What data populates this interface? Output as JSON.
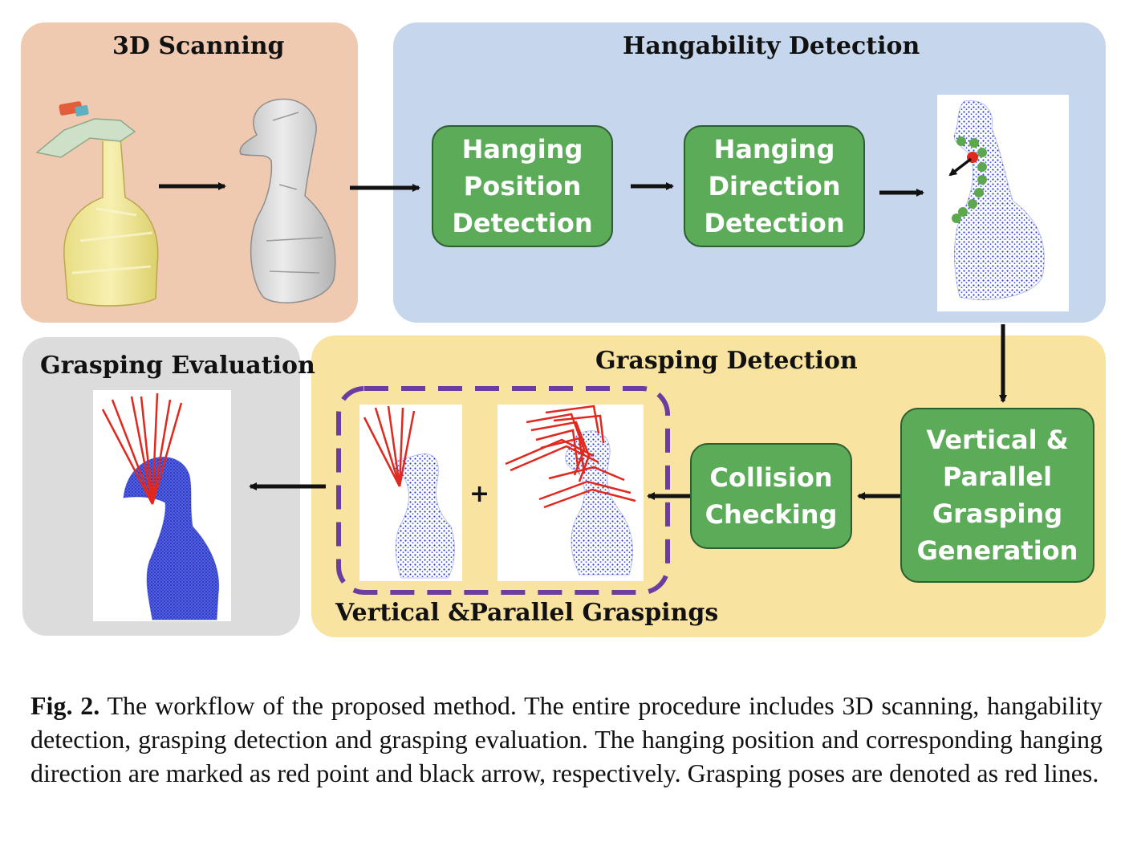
{
  "panels": {
    "scanning": {
      "title": "3D Scanning"
    },
    "hangability": {
      "title": "Hangability Detection"
    },
    "grasping_detection": {
      "title": "Grasping Detection"
    },
    "grasping_evaluation": {
      "title": "Grasping Evaluation"
    }
  },
  "boxes": {
    "hanging_position": "Hanging\nPosition\nDetection",
    "hanging_direction": "Hanging\nDirection\nDetection",
    "grasping_generation": "Vertical &\nParallel\nGrasping\nGeneration",
    "collision_checking": "Collision\nChecking"
  },
  "graspings_label": "Vertical &Parallel Graspings",
  "plus_sign": "+",
  "caption": {
    "label": "Fig. 2.",
    "text": " The workflow of the proposed method. The entire procedure includes 3D scanning, hangability detection, grasping detection and grasping evaluation. The hanging position and corresponding hanging direction are marked as red point and black arrow, respectively. Grasping poses are denoted as red lines."
  },
  "colors": {
    "scanning_bg": "#efc9b0",
    "hangability_bg": "#c5d6ed",
    "grasping_bg": "#f8e3a0",
    "evaluation_bg": "#dcdcdc",
    "box_green": "#5bab59",
    "dashed_purple": "#6a3ea0",
    "point_cloud": "#2a3ccc",
    "grasp_red": "#e0281e"
  }
}
